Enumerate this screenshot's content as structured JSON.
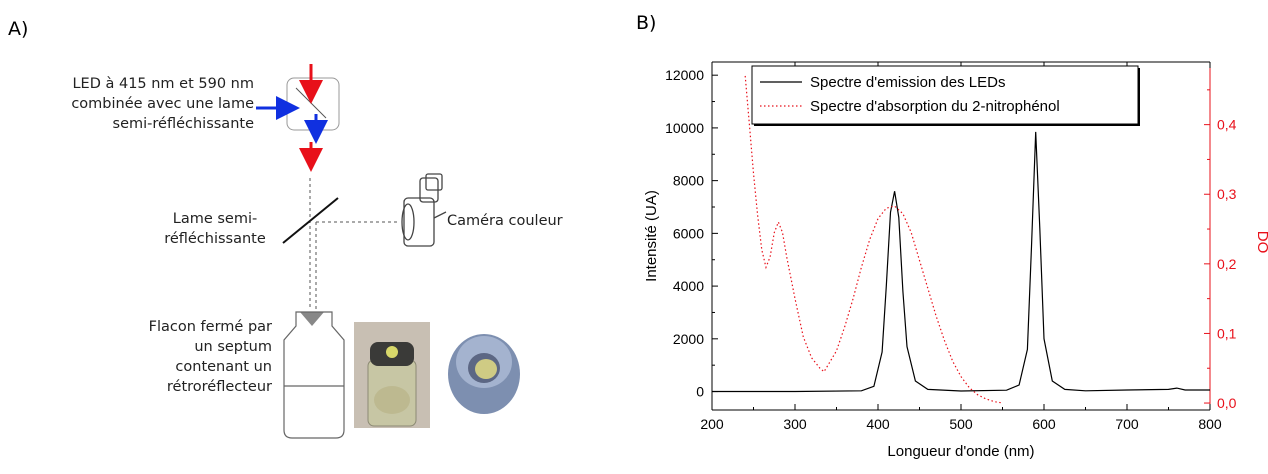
{
  "panels": {
    "a": "A)",
    "b": "B)"
  },
  "schematic": {
    "led_label": [
      "LED à 415 nm et 590 nm",
      "combinée avec une lame",
      "semi-réfléchissante"
    ],
    "mirror_label": [
      "Lame semi-",
      "réfléchissante"
    ],
    "camera_label": "Caméra couleur",
    "vial_label": [
      "Flacon fermé par",
      "un septum",
      "contenant un",
      "rétroréflecteur"
    ],
    "colors": {
      "red": "#e8101a",
      "blue": "#1030e0"
    }
  },
  "chart_data": {
    "type": "line",
    "xlabel": "Longueur d'onde (nm)",
    "ylabel": "Intensité (UA)",
    "ylabel_right": "DO",
    "xlim": [
      200,
      800
    ],
    "ylim": [
      -700,
      12500
    ],
    "ylim_right": [
      -0.01,
      0.49
    ],
    "x_ticks": [
      200,
      300,
      400,
      500,
      600,
      700,
      800
    ],
    "y_ticks": [
      0,
      2000,
      4000,
      6000,
      8000,
      10000,
      12000
    ],
    "y_ticks_right": [
      "0,0",
      "0,1",
      "0,2",
      "0,3",
      "0,4"
    ],
    "y_ticks_right_values": [
      0.0,
      0.1,
      0.2,
      0.3,
      0.4
    ],
    "legend_position": "top",
    "series": [
      {
        "name": "Spectre d'emission des LEDs",
        "axis": "left",
        "color": "#000000",
        "style": "solid",
        "x": [
          200,
          300,
          380,
          395,
          405,
          410,
          415,
          420,
          425,
          430,
          435,
          445,
          460,
          500,
          555,
          570,
          580,
          585,
          590,
          595,
          600,
          610,
          625,
          650,
          700,
          750,
          760,
          770,
          800
        ],
        "y": [
          0,
          0,
          30,
          200,
          1500,
          4000,
          6800,
          7600,
          6600,
          3800,
          1700,
          400,
          80,
          20,
          50,
          250,
          1600,
          5500,
          9850,
          6200,
          2000,
          400,
          80,
          30,
          60,
          80,
          130,
          60,
          60
        ]
      },
      {
        "name": "Spectre d'absorption du 2-nitrophénol",
        "axis": "right",
        "color": "#e8101a",
        "style": "dotted",
        "x": [
          240,
          245,
          250,
          255,
          260,
          265,
          270,
          275,
          280,
          285,
          290,
          300,
          310,
          320,
          330,
          335,
          340,
          350,
          360,
          370,
          380,
          390,
          400,
          410,
          420,
          430,
          440,
          450,
          460,
          470,
          480,
          490,
          500,
          510,
          520,
          530,
          540,
          550
        ],
        "y": [
          0.47,
          0.4,
          0.33,
          0.27,
          0.22,
          0.195,
          0.21,
          0.245,
          0.26,
          0.245,
          0.21,
          0.15,
          0.095,
          0.065,
          0.05,
          0.045,
          0.055,
          0.075,
          0.11,
          0.15,
          0.195,
          0.235,
          0.265,
          0.28,
          0.283,
          0.272,
          0.245,
          0.205,
          0.165,
          0.125,
          0.09,
          0.06,
          0.038,
          0.022,
          0.012,
          0.006,
          0.002,
          0.0
        ]
      }
    ]
  }
}
